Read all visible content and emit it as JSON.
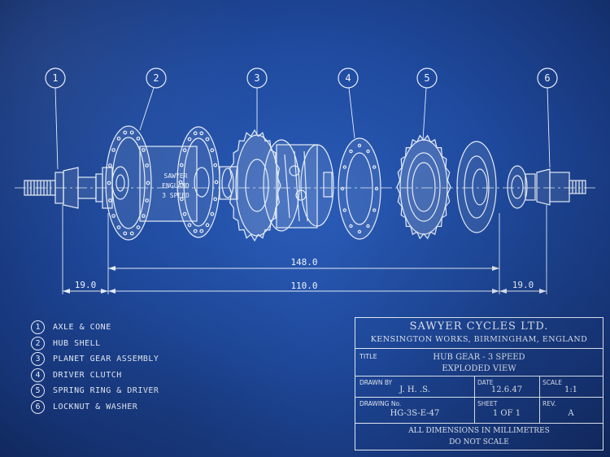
{
  "callouts": [
    "1",
    "2",
    "3",
    "4",
    "5",
    "6"
  ],
  "shell_text": [
    "SAWYER",
    "ENGLAND",
    "3 SPEED"
  ],
  "dimensions": {
    "overall": "148.0",
    "shell": "110.0",
    "left_end": "19.0",
    "right_end": "19.0"
  },
  "legend": [
    {
      "num": "1",
      "label": "AXLE & CONE"
    },
    {
      "num": "2",
      "label": "HUB SHELL"
    },
    {
      "num": "3",
      "label": "PLANET GEAR ASSEMBLY"
    },
    {
      "num": "4",
      "label": "DRIVER CLUTCH"
    },
    {
      "num": "5",
      "label": "SPRING RING & DRIVER"
    },
    {
      "num": "6",
      "label": "LOCKNUT & WASHER"
    }
  ],
  "title_block": {
    "company": "SAWYER CYCLES LTD.",
    "address": "KENSINGTON WORKS, BIRMINGHAM, ENGLAND",
    "title_label": "TITLE",
    "title_line1": "HUB GEAR - 3 SPEED",
    "title_line2": "EXPLODED VIEW",
    "drawn_by_label": "DRAWN BY",
    "drawn_by": "J. H. .S.",
    "date_label": "DATE",
    "date": "12.6.47",
    "scale_label": "SCALE",
    "scale": "1:1",
    "drawing_no_label": "DRAWING No.",
    "drawing_no": "HG-3S-E-47",
    "sheet_label": "SHEET",
    "sheet": "1 OF 1",
    "rev_label": "REV.",
    "rev": "A",
    "note1": "ALL DIMENSIONS IN MILLIMETRES",
    "note2": "DO NOT SCALE"
  },
  "colors": {
    "paper": "#1f4a9e",
    "ink": "#e8eef9"
  }
}
